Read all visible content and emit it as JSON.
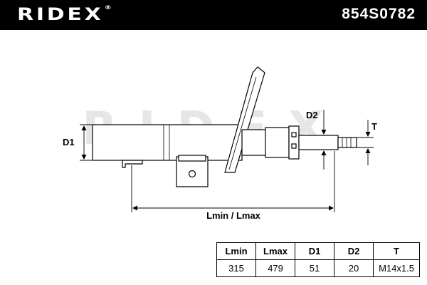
{
  "header": {
    "brand": "RIDEX",
    "registered_mark": "®",
    "part_number": "854S0782"
  },
  "drawing": {
    "watermark": "RIDEX",
    "labels": {
      "d1": "D1",
      "d2": "D2",
      "t": "T",
      "length": "Lmin / Lmax"
    }
  },
  "specs": {
    "headers": [
      "Lmin",
      "Lmax",
      "D1",
      "D2",
      "T"
    ],
    "values": [
      "315",
      "479",
      "51",
      "20",
      "M14x1.5"
    ]
  },
  "colors": {
    "header_bg": "#000000",
    "header_text": "#ffffff",
    "line": "#000000",
    "watermark": "#e6e6e6"
  }
}
